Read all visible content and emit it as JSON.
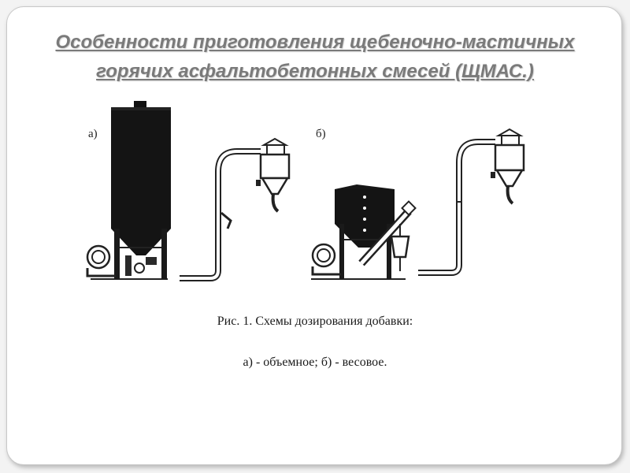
{
  "slide": {
    "title_line1": "Особенности приготовления щебеночно-мастичных",
    "title_line2": "горячих асфальтобетонных смесей (ЩМАС.)"
  },
  "figure": {
    "label_a": "а)",
    "label_b": "б)",
    "caption_line1": "Рис. 1. Схемы дозирования добавки:",
    "caption_line2": "а) - объемное; б) - весовое."
  }
}
